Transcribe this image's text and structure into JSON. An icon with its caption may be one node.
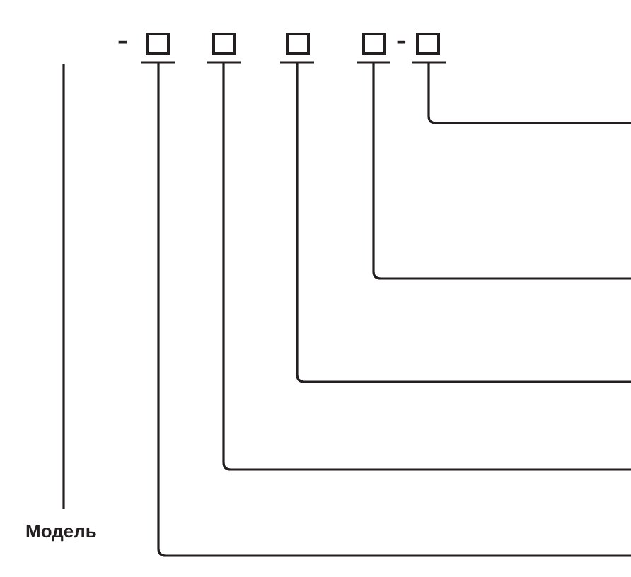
{
  "diagram": {
    "nodes": [
      {
        "text": [],
        "shape": "box"
      },
      {
        "text": [],
        "shape": "box"
      },
      {
        "text": [],
        "shape": "box"
      },
      {
        "text": [],
        "shape": "box"
      },
      {
        "text": [],
        "shape": "box"
      },
      {
        "text": [
          "Модель"
        ]
      }
    ],
    "edges": [
      {
        "from": 0,
        "to": null,
        "arrow": "none"
      },
      {
        "from": 1,
        "to": null,
        "arrow": "none"
      },
      {
        "from": 2,
        "to": null,
        "arrow": "none"
      },
      {
        "from": 3,
        "to": null,
        "arrow": "none"
      },
      {
        "from": 4,
        "to": null,
        "arrow": "none"
      },
      {
        "from": 5,
        "to": null,
        "arrow": "none"
      }
    ],
    "labels": [
      "-",
      "-"
    ]
  }
}
